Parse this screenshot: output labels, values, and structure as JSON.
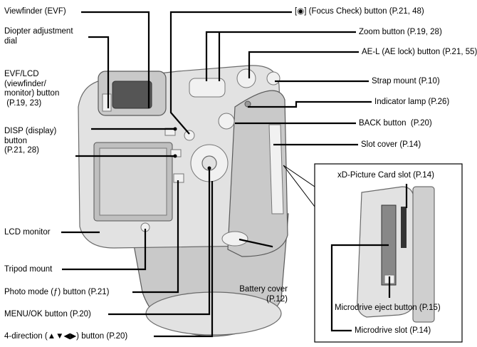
{
  "labels": {
    "viewfinder": "Viewfinder (EVF)",
    "diopter": "Diopter adjustment\ndial",
    "evf_lcd": "EVF/LCD\n(viewfinder/\nmonitor) button\n (P.19, 23)",
    "disp": "DISP (display)\nbutton\n(P.21, 28)",
    "lcd_monitor": "LCD monitor",
    "tripod": "Tripod mount",
    "photo_mode": "Photo mode (ƒ) button (P.21)",
    "menu_ok": "MENU/OK button (P.20)",
    "four_dir": "4-direction (▲▼◀▶) button (P.20)",
    "focus_check": "[◉] (Focus Check) button (P.21, 48)",
    "zoom": "Zoom button (P.19, 28)",
    "ae_l": "AE-L (AE lock) button (P.21, 55)",
    "strap": "Strap mount (P.10)",
    "indicator": "Indicator lamp (P.26)",
    "back": "BACK button  (P.20)",
    "slot_cover": "Slot cover (P.14)",
    "battery": "Battery cover\n(P.12)",
    "xd_slot": "xD-Picture Card slot (P.14)",
    "md_eject": "Microdrive eject button (P.15)",
    "md_slot": "Microdrive slot (P.14)"
  }
}
